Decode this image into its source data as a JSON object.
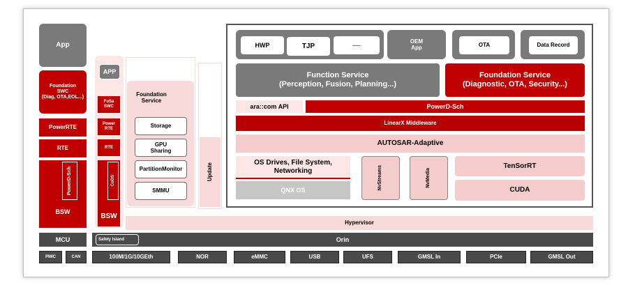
{
  "left": {
    "app": "App",
    "foundation_swc": "Foundation\nSWC\n(Diag, OTA,EOL...)",
    "powerrte": "PowerRTE",
    "rte": "RTE",
    "powerd_sch": "PowerD-Sch",
    "bsw": "BSW"
  },
  "col2": {
    "app": "APP",
    "fusa_swc": "FuSa\nSWC",
    "power_rte": "Power\nRTE",
    "rte": "RTE",
    "cdd": "CoDS",
    "bsw": "BSW"
  },
  "foundation": {
    "title": "Foundation\nService",
    "items": [
      "Storage",
      "GPU\nSharing",
      "PartitionMonitor",
      "SMMU"
    ]
  },
  "update": "Update",
  "main": {
    "top": [
      "HWP",
      "TJP",
      "......"
    ],
    "oem_app": "OEM\nApp",
    "ota": "OTA",
    "data_record": "Data Record",
    "function_service": "Function Service\n(Perception, Fusion, Planning...)",
    "foundation_service": "Foundation Service\n(Diagnostic, OTA, Security...)",
    "ara_com": "ara::com API",
    "powerd_sch": "PowerD-Sch",
    "middleware": "LinearX Middleware",
    "autosar": "AUTOSAR-Adaptive",
    "os_drives": "OS Drives, File System,\nNetworking",
    "qnx": "QNX OS",
    "nvstreams": "NvStreams",
    "nvmedia": "NvMedia",
    "tensorrt": "TenSorRT",
    "cuda": "CUDA"
  },
  "bottom": {
    "hypervisor": "Hypervisor",
    "mcu": "MCU",
    "safety_island": "Safety Island",
    "orin": "Orin",
    "pmic": "PMIC",
    "can": "CAN",
    "interfaces": [
      "100M/1G/10GEth",
      "NOR",
      "eMMC",
      "USB",
      "UFS",
      "GMSL In",
      "PCIe",
      "GMSL Out"
    ]
  }
}
